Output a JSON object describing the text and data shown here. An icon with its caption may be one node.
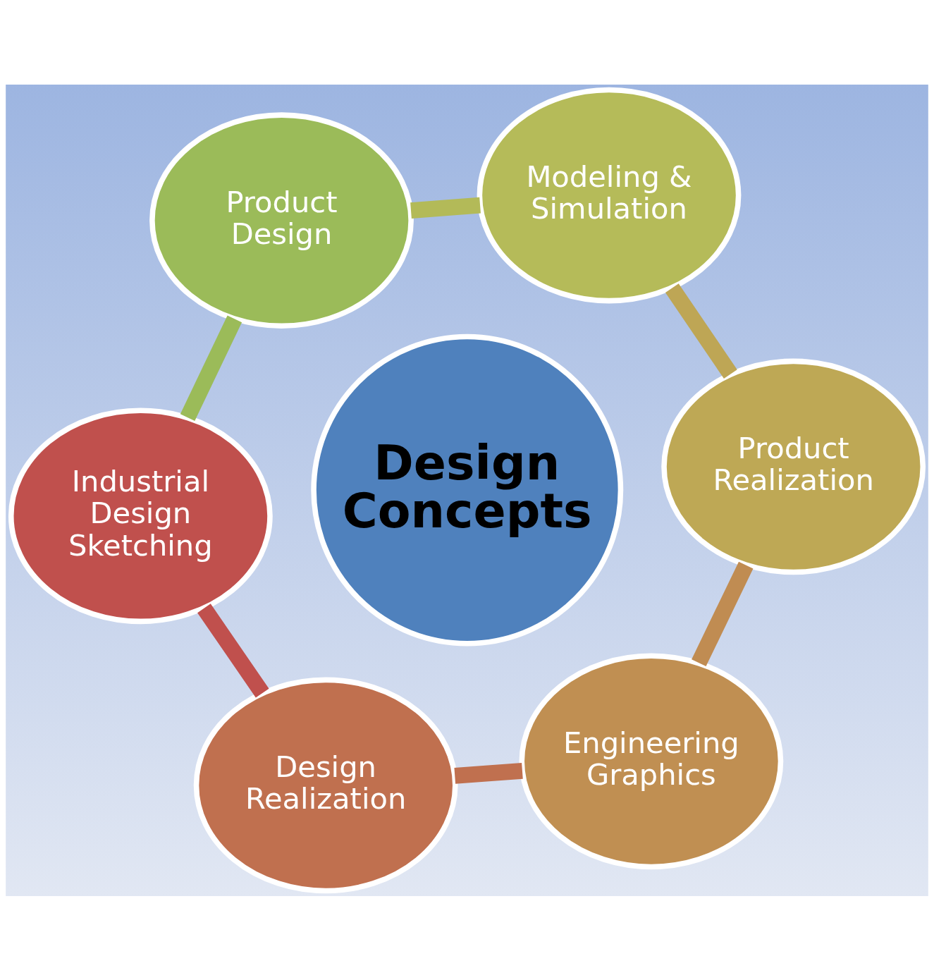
{
  "diagram": {
    "nodes": [
      {
        "text": [
          "Industrial Design Sketching"
        ]
      },
      {
        "text": [
          "Design Realization"
        ]
      },
      {
        "text": [
          "Engineering Graphics"
        ]
      },
      {
        "text": [
          "Product Realization"
        ]
      },
      {
        "text": [
          "Modeling & Simulation"
        ]
      },
      {
        "text": [
          "Product Design"
        ]
      },
      {
        "text": [
          "Design Concepts"
        ]
      }
    ],
    "edges": [
      {
        "from": 0,
        "to": 1,
        "arrow": "none",
        "color": "#c0504d"
      },
      {
        "from": 1,
        "to": 2,
        "arrow": "none",
        "color": "#c0704f"
      },
      {
        "from": 2,
        "to": 3,
        "arrow": "none",
        "color": "#c08c52"
      },
      {
        "from": 3,
        "to": 4,
        "arrow": "none",
        "color": "#bea655"
      },
      {
        "from": 4,
        "to": 5,
        "arrow": "none",
        "color": "#b3ba58"
      },
      {
        "from": 5,
        "to": 0,
        "arrow": "none",
        "color": "#9bbb59"
      }
    ]
  }
}
